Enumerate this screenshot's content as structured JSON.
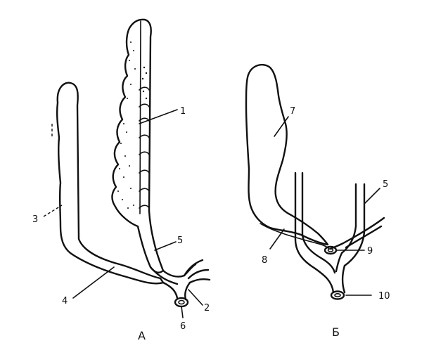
{
  "figure": {
    "panels": [
      {
        "id": "A",
        "label": "А"
      },
      {
        "id": "B",
        "label": "Б"
      }
    ],
    "labels": {
      "n1": "1",
      "n2": "2",
      "n3": "3",
      "n4": "4",
      "n5a": "5",
      "n6": "6",
      "n7": "7",
      "n5b": "5",
      "n8": "8",
      "n9": "9",
      "n10": "10"
    }
  }
}
